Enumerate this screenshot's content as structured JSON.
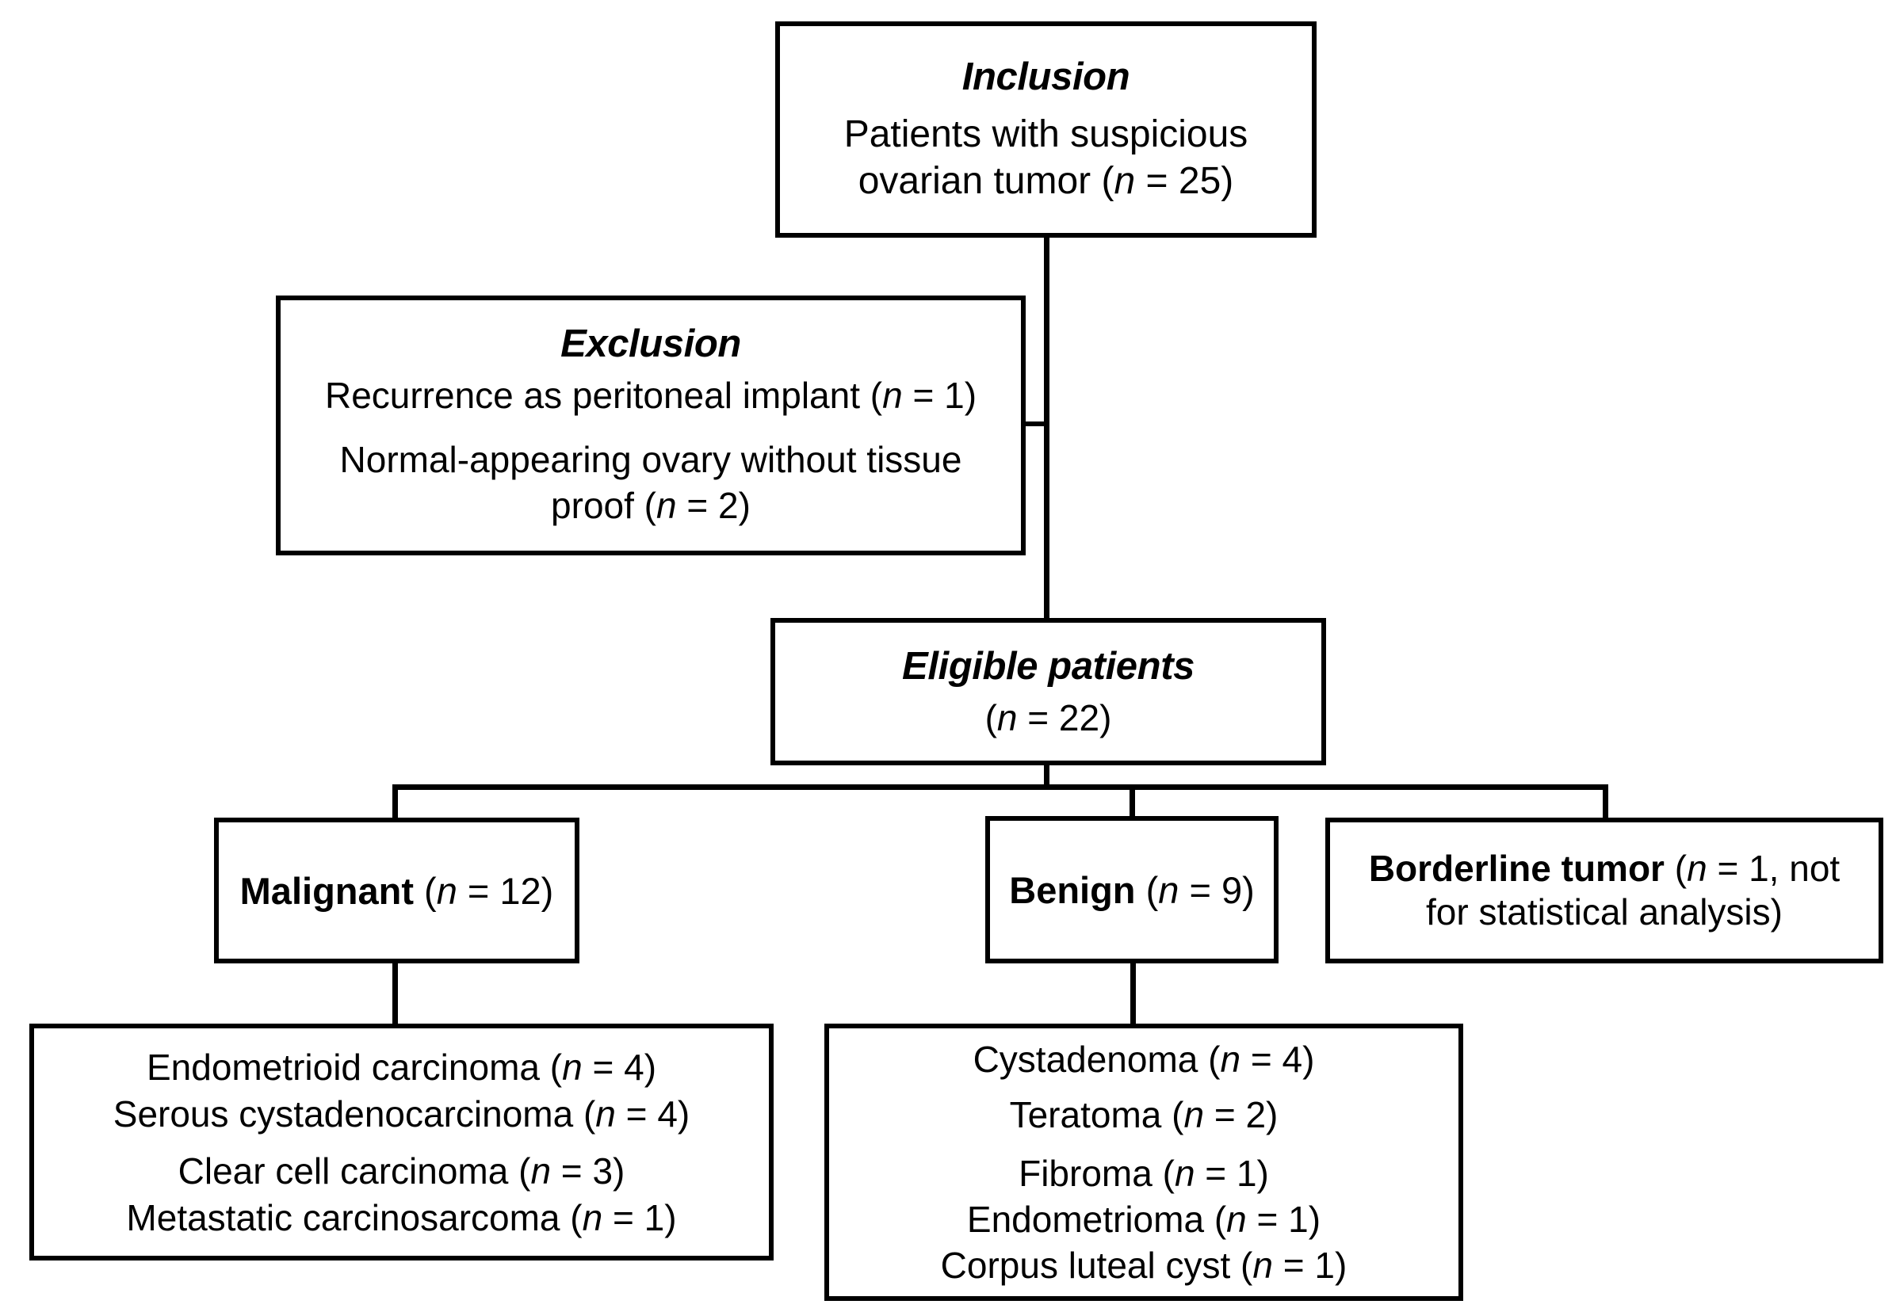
{
  "diagram": {
    "type": "study-flowchart",
    "nodes": {
      "inclusion": {
        "title": "Inclusion",
        "line1": "Patients with suspicious",
        "line2_prefix": "ovarian tumor (",
        "line2_italic": "n",
        "line2_suffix": " = 25)",
        "n": 25
      },
      "exclusion": {
        "title": "Exclusion",
        "reason1_prefix": "Recurrence as peritoneal implant  (",
        "reason1_italic": "n",
        "reason1_suffix": " = 1)",
        "reason1_n": 1,
        "reason2_line1": "Normal-appearing ovary without tissue",
        "reason2_prefix": "proof (",
        "reason2_italic": "n",
        "reason2_suffix": " = 2)",
        "reason2_n": 2
      },
      "eligible": {
        "title": "Eligible patients",
        "count_prefix": "(",
        "count_italic": "n",
        "count_suffix": " = 22)",
        "n": 22
      },
      "malignant": {
        "label": "Malignant",
        "count_prefix": " (",
        "count_italic": "n",
        "count_suffix": " = 12)",
        "n": 12
      },
      "benign": {
        "label": "Benign",
        "count_prefix": " (",
        "count_italic": "n",
        "count_suffix": " = 9)",
        "n": 9
      },
      "borderline": {
        "label": "Borderline tumor",
        "count_prefix": " (",
        "count_italic": "n",
        "count_suffix": " = 1, not",
        "line2": "for statistical analysis)",
        "n": 1
      }
    },
    "malignant_subtypes": [
      {
        "name": "Endometrioid carcinoma",
        "prefix": " (",
        "italic": "n",
        "suffix": " = 4)",
        "n": 4
      },
      {
        "name": "Serous cystadenocarcinoma",
        "prefix": " (",
        "italic": "n",
        "suffix": " = 4)",
        "n": 4
      },
      {
        "name": "Clear cell carcinoma",
        "prefix": " (",
        "italic": "n",
        "suffix": " = 3)",
        "n": 3
      },
      {
        "name": "Metastatic carcinosarcoma",
        "prefix": " (",
        "italic": "n",
        "suffix": " = 1)",
        "n": 1
      }
    ],
    "benign_subtypes": [
      {
        "name": "Cystadenoma",
        "prefix": " (",
        "italic": "n",
        "suffix": " = 4)",
        "n": 4
      },
      {
        "name": "Teratoma",
        "prefix": " (",
        "italic": "n",
        "suffix": " = 2)",
        "n": 2
      },
      {
        "name": "Fibroma",
        "prefix": " (",
        "italic": "n",
        "suffix": " = 1)",
        "n": 1
      },
      {
        "name": "Endometrioma",
        "prefix": " (",
        "italic": "n",
        "suffix": " = 1)",
        "n": 1
      },
      {
        "name": "Corpus luteal cyst",
        "prefix": " (",
        "italic": "n",
        "suffix": " = 1)",
        "n": 1
      }
    ],
    "colors": {
      "stroke": "#000000",
      "background": "#ffffff",
      "text": "#000000"
    }
  }
}
